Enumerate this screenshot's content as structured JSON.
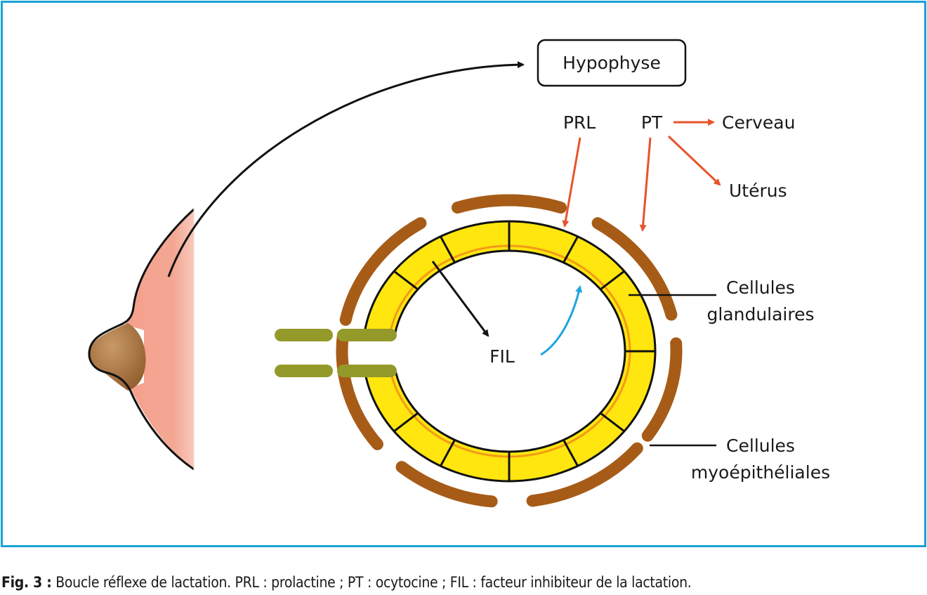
{
  "figure": {
    "labels": {
      "hypophyse": "Hypophyse",
      "prl": "PRL",
      "pt": "PT",
      "cerveau": "Cerveau",
      "uterus": "Utérus",
      "fil": "FIL",
      "glandular_line1": "Cellules",
      "glandular_line2": "glandulaires",
      "myo_line1": "Cellules",
      "myo_line2": "myoépithéliales"
    },
    "colors": {
      "frame": "#1ba3d8",
      "hormone_arrows": "#e8532a",
      "fil_feedback_arrow": "#1ea4e0",
      "glandular_cells": "#ffe60f",
      "myoepithelial_cells": "#a65c17",
      "duct": "#939a2a",
      "breast_skin": "#f4a795",
      "areola": "#a0703c"
    }
  },
  "caption": {
    "prefix": "Fig. 3 :",
    "text": " Boucle réflexe de lactation. PRL : prolactine ; PT : ocytocine ; FIL : facteur inhibiteur de la lactation."
  }
}
